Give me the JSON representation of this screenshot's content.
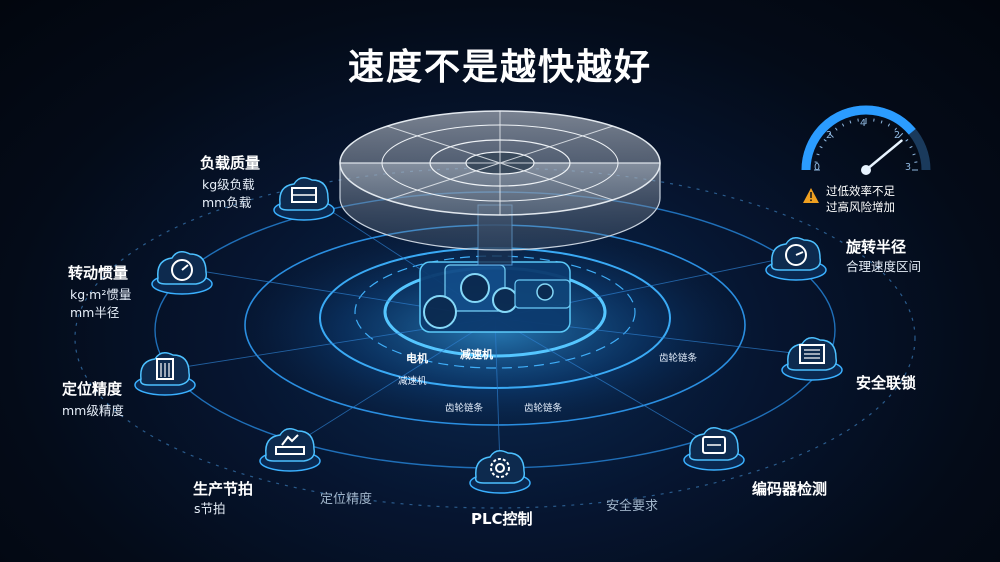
{
  "title": "速度不是越快越好",
  "nodes": {
    "load": {
      "label": "负载质量",
      "lines": [
        "kg级负载",
        "mm负载"
      ],
      "icon": "load-module-icon"
    },
    "inertia": {
      "label": "转动惯量",
      "lines": [
        "kg·m²惯量",
        "mm半径"
      ],
      "icon": "rotation-gauge-icon"
    },
    "positioning": {
      "label": "定位精度",
      "lines": [
        "mm级精度"
      ],
      "icon": "cabinet-icon"
    },
    "takt": {
      "label": "生产节拍",
      "lines": [
        "s节拍"
      ],
      "icon": "conveyor-icon"
    },
    "plc": {
      "label": "PLC控制",
      "lines": [],
      "icon": "gear-icon"
    },
    "encoder": {
      "label": "编码器检测",
      "lines": [],
      "icon": "encoder-icon"
    },
    "interlock": {
      "label": "安全联锁",
      "lines": [],
      "icon": "panel-icon"
    },
    "radius": {
      "label": "旋转半径",
      "lines": [
        "合理速度区间"
      ],
      "icon": "dial-icon"
    }
  },
  "floor_labels": {
    "left": "定位精度",
    "right": "安全要求"
  },
  "machine_labels": {
    "motor": "电机",
    "reducer": "减速机",
    "reducer_small": "减速机",
    "chain_1": "齿轮链条",
    "chain_2": "齿轮链条",
    "chain_3": "齿轮链条"
  },
  "gauge": {
    "ticks": [
      "0",
      "2",
      "4",
      "2",
      "3"
    ],
    "needle_fraction": 0.78,
    "warning_lines": [
      "过低效率不足",
      "过高风险增加"
    ],
    "icon": "warning-icon"
  },
  "colors": {
    "accent": "#2fa8ff",
    "glow": "#57c8ff",
    "warning": "#f0a020"
  }
}
